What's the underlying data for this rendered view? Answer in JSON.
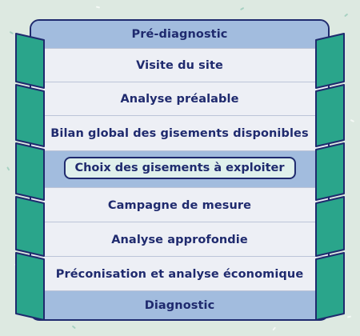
{
  "colors": {
    "navy": "#1f2a6e",
    "teal": "#2aa58b",
    "light_blue": "#a2bcde",
    "row_light": "#edeff5",
    "highlight": "#dff0ec",
    "background": "#dde9e1"
  },
  "diagram": {
    "header": "Pré-diagnostic",
    "steps": [
      {
        "label": "Visite du site",
        "style": "light"
      },
      {
        "label": "Analyse préalable",
        "style": "light"
      },
      {
        "label": "Bilan global des gisements disponibles",
        "style": "light"
      },
      {
        "label": "Choix des gisements à exploiter",
        "style": "highlight"
      },
      {
        "label": "Campagne de mesure",
        "style": "light"
      },
      {
        "label": "Analyse approfondie",
        "style": "light"
      },
      {
        "label": "Préconisation et analyse économique",
        "style": "light"
      }
    ],
    "footer": "Diagnostic"
  },
  "decorations": {
    "side_chevrons": "left-and-right-arrow-bands"
  }
}
